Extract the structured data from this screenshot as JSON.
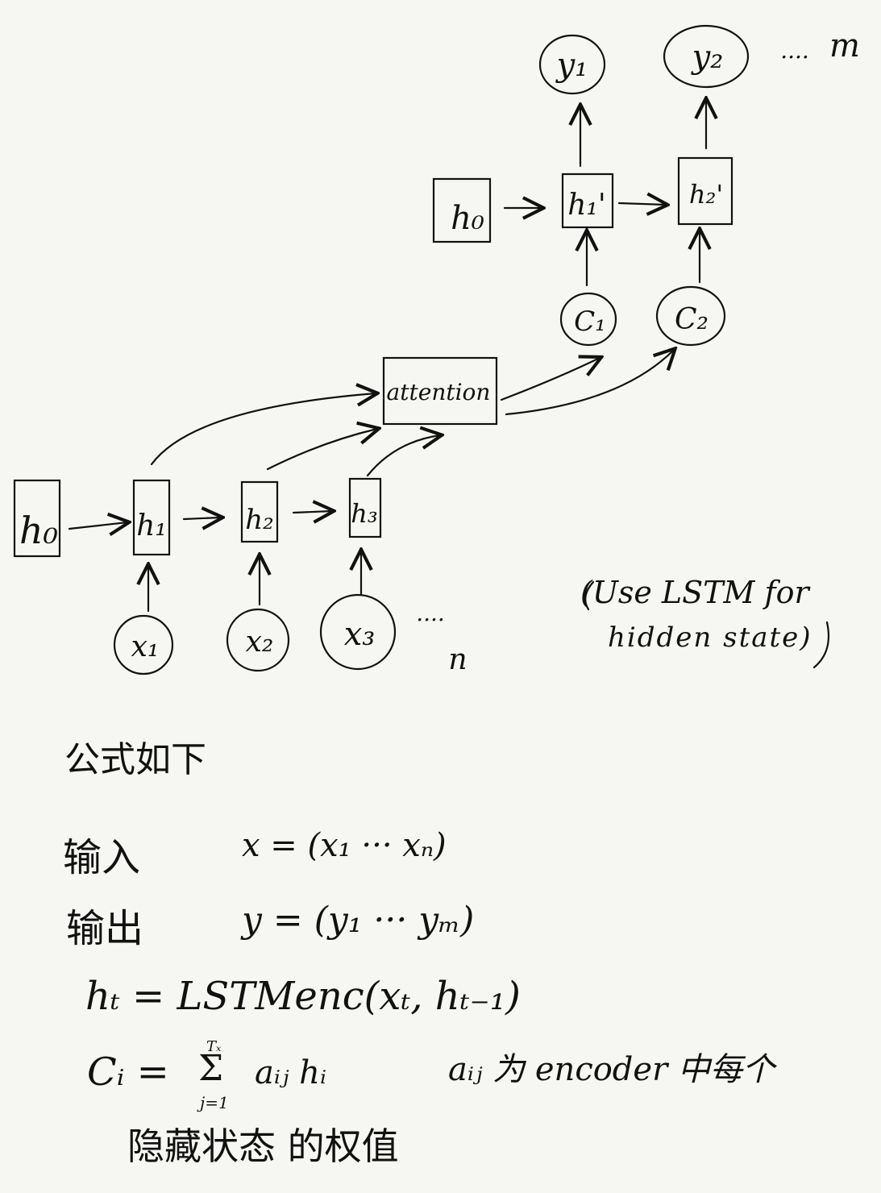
{
  "decoder": {
    "outputs": [
      "y₁",
      "y₂"
    ],
    "output_more": "....",
    "output_count": "m",
    "init_state": "h₀",
    "states": [
      "h₁'",
      "h₂'"
    ],
    "contexts": [
      "C₁",
      "C₂"
    ]
  },
  "attention": {
    "label": "attention"
  },
  "encoder": {
    "init_state": "h₀",
    "states": [
      "h₁",
      "h₂",
      "h₃"
    ],
    "inputs": [
      "x₁",
      "x₂",
      "x₃"
    ],
    "input_more": "....",
    "input_count": "n"
  },
  "note": {
    "line1": "(Use LSTM for",
    "line2": "hidden state)"
  },
  "formulas": {
    "heading": "公式如下",
    "input_label": "输入",
    "input_expr": "x = (x₁ ··· xₙ)",
    "output_label": "输出",
    "output_expr": "y = (y₁ ··· yₘ)",
    "hidden_expr": "hₜ = LSTMenc(xₜ, hₜ₋₁)",
    "context_lhs": "Cᵢ =",
    "context_sum": "Σ",
    "context_sum_top": "Tₓ",
    "context_sum_bottom": "j=1",
    "context_rhs": "aᵢⱼ hᵢ",
    "weight_desc_1": "aᵢⱼ 为 encoder 中每个",
    "weight_desc_2": "隐藏状态 的权值"
  },
  "colors": {
    "ink": "#111111",
    "paper": "#f6f7f2"
  }
}
